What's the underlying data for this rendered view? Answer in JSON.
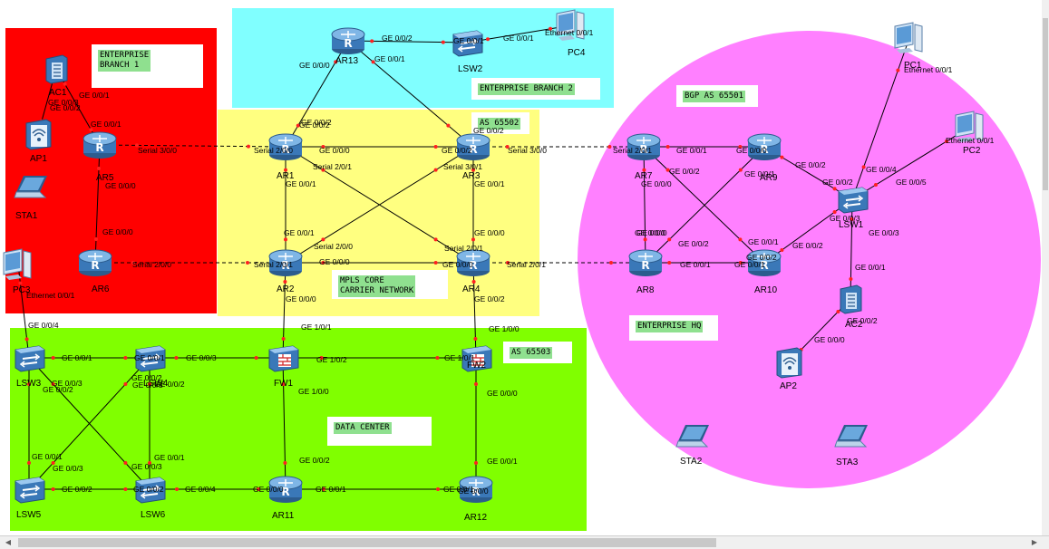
{
  "colors": {
    "branch1": "#ff0000",
    "branch2": "#80ffff",
    "carrier": "#ffff80",
    "datacenter": "#80ff00",
    "hq": "#ff80ff",
    "label_bg": "#8fe08f",
    "port_dot": "#ff2020"
  },
  "areas": {
    "branch1": "ENTERPRISE\nBRANCH 1",
    "branch2": "ENTERPRISE BRANCH 2",
    "as65502": "AS 65502",
    "mpls": "MPLS CORE\nCARRIER NETWORK",
    "bgp": "BGP AS 65501",
    "hq": "ENTERPRISE HQ",
    "as65503": "AS 65503",
    "dc": "DATA CENTER"
  },
  "devices": {
    "AR1": {
      "label": "AR1",
      "icon": "router-icon"
    },
    "AR2": {
      "label": "AR2",
      "icon": "router-icon"
    },
    "AR3": {
      "label": "AR3",
      "icon": "router-icon"
    },
    "AR4": {
      "label": "AR4",
      "icon": "router-icon"
    },
    "AR5": {
      "label": "AR5",
      "icon": "router-icon"
    },
    "AR6": {
      "label": "AR6",
      "icon": "router-icon"
    },
    "AR7": {
      "label": "AR7",
      "icon": "router-icon"
    },
    "AR8": {
      "label": "AR8",
      "icon": "router-icon"
    },
    "AR9": {
      "label": "AR9",
      "icon": "router-icon"
    },
    "AR10": {
      "label": "AR10",
      "icon": "router-icon"
    },
    "AR11": {
      "label": "AR11",
      "icon": "router-icon"
    },
    "AR12": {
      "label": "AR12",
      "icon": "router-icon"
    },
    "AR13": {
      "label": "AR13",
      "icon": "router-icon"
    },
    "LSW1": {
      "label": "LSW1",
      "icon": "switch-icon"
    },
    "LSW2": {
      "label": "LSW2",
      "icon": "switch-icon"
    },
    "LSW3": {
      "label": "LSW3",
      "icon": "switch-icon"
    },
    "LSW4": {
      "label": "LSW4",
      "icon": "switch-icon"
    },
    "LSW5": {
      "label": "LSW5",
      "icon": "switch-icon"
    },
    "LSW6": {
      "label": "LSW6",
      "icon": "switch-icon"
    },
    "FW1": {
      "label": "FW1",
      "icon": "firewall-icon"
    },
    "FW2": {
      "label": "FW2",
      "icon": "firewall-icon"
    },
    "AC1": {
      "label": "AC1",
      "icon": "access-controller-icon"
    },
    "AC2": {
      "label": "AC2",
      "icon": "access-controller-icon"
    },
    "AP1": {
      "label": "AP1",
      "icon": "access-point-icon"
    },
    "AP2": {
      "label": "AP2",
      "icon": "access-point-icon"
    },
    "PC1": {
      "label": "PC1",
      "icon": "pc-icon"
    },
    "PC2": {
      "label": "PC2",
      "icon": "pc-icon"
    },
    "PC3": {
      "label": "PC3",
      "icon": "pc-icon"
    },
    "PC4": {
      "label": "PC4",
      "icon": "pc-icon"
    },
    "STA1": {
      "label": "STA1",
      "icon": "laptop-icon"
    },
    "STA2": {
      "label": "STA2",
      "icon": "laptop-icon"
    },
    "STA3": {
      "label": "STA3",
      "icon": "laptop-icon"
    }
  },
  "links": [
    {
      "a": "AR13",
      "b": "LSW2",
      "type": "ethernet"
    },
    {
      "a": "LSW2",
      "b": "PC4",
      "type": "ethernet"
    },
    {
      "a": "AR13",
      "b": "AR1",
      "type": "ethernet"
    },
    {
      "a": "AR13",
      "b": "AR3",
      "type": "ethernet"
    },
    {
      "a": "AC1",
      "b": "AP1",
      "type": "ethernet"
    },
    {
      "a": "AC1",
      "b": "AR5",
      "type": "ethernet"
    },
    {
      "a": "AR5",
      "b": "AR6",
      "type": "ethernet"
    },
    {
      "a": "AR5",
      "b": "AR1",
      "type": "serial"
    },
    {
      "a": "AR6",
      "b": "AR2",
      "type": "serial"
    },
    {
      "a": "AR1",
      "b": "AR3",
      "type": "ethernet"
    },
    {
      "a": "AR1",
      "b": "AR2",
      "type": "ethernet"
    },
    {
      "a": "AR3",
      "b": "AR4",
      "type": "ethernet"
    },
    {
      "a": "AR2",
      "b": "AR4",
      "type": "ethernet"
    },
    {
      "a": "AR1",
      "b": "AR4",
      "type": "ethernet"
    },
    {
      "a": "AR3",
      "b": "AR2",
      "type": "ethernet"
    },
    {
      "a": "AR3",
      "b": "AR7",
      "type": "serial"
    },
    {
      "a": "AR4",
      "b": "AR8",
      "type": "serial"
    },
    {
      "a": "AR7",
      "b": "AR9",
      "type": "ethernet"
    },
    {
      "a": "AR7",
      "b": "AR8",
      "type": "ethernet"
    },
    {
      "a": "AR7",
      "b": "AR10",
      "type": "ethernet"
    },
    {
      "a": "AR8",
      "b": "AR9",
      "type": "ethernet"
    },
    {
      "a": "AR8",
      "b": "AR10",
      "type": "ethernet"
    },
    {
      "a": "AR9",
      "b": "LSW1",
      "type": "ethernet"
    },
    {
      "a": "AR10",
      "b": "LSW1",
      "type": "ethernet"
    },
    {
      "a": "LSW1",
      "b": "PC1",
      "type": "ethernet"
    },
    {
      "a": "LSW1",
      "b": "PC2",
      "type": "ethernet"
    },
    {
      "a": "LSW1",
      "b": "AC2",
      "type": "ethernet"
    },
    {
      "a": "AC2",
      "b": "AP2",
      "type": "ethernet"
    },
    {
      "a": "AR2",
      "b": "FW1",
      "type": "ethernet"
    },
    {
      "a": "AR4",
      "b": "FW2",
      "type": "ethernet"
    },
    {
      "a": "FW1",
      "b": "FW2",
      "type": "ethernet"
    },
    {
      "a": "FW1",
      "b": "LSW4",
      "type": "ethernet"
    },
    {
      "a": "FW1",
      "b": "AR11",
      "type": "ethernet"
    },
    {
      "a": "FW2",
      "b": "AR12",
      "type": "ethernet"
    },
    {
      "a": "AR11",
      "b": "AR12",
      "type": "ethernet"
    },
    {
      "a": "AR11",
      "b": "LSW6",
      "type": "ethernet"
    },
    {
      "a": "PC3",
      "b": "LSW3",
      "type": "ethernet"
    },
    {
      "a": "LSW3",
      "b": "LSW4",
      "type": "ethernet"
    },
    {
      "a": "LSW3",
      "b": "LSW5",
      "type": "ethernet"
    },
    {
      "a": "LSW3",
      "b": "LSW6",
      "type": "ethernet"
    },
    {
      "a": "LSW4",
      "b": "LSW5",
      "type": "ethernet"
    },
    {
      "a": "LSW4",
      "b": "LSW6",
      "type": "ethernet"
    },
    {
      "a": "LSW5",
      "b": "LSW6",
      "type": "ethernet"
    }
  ],
  "ports": [
    "GE 0/0/2",
    "GE 0/0/1",
    "GE 0/0/1",
    "GE 0/0/2",
    "Ethernet 0/0/1",
    "GE 0/0/0",
    "GE 0/0/1",
    "GE 0/0/1",
    "GE 0/0/3",
    "GE 0/0/2",
    "GE 0/0/1",
    "GE 0/0/0",
    "GE 0/0/0",
    "Serial 3/0/0",
    "Serial 2/0/0",
    "Serial 2/0/0",
    "Serial 2/0/1",
    "GE 0/0/2",
    "GE 0/0/0",
    "GE 0/0/2",
    "Serial 2/0/1",
    "Serial 3/0/1",
    "Serial 3/0/0",
    "GE 0/0/1",
    "GE 0/0/1",
    "GE 0/0/1",
    "GE 0/0/0",
    "Serial 2/0/0",
    "GE 0/0/0",
    "GE 0/0/0",
    "Serial 2/0/1",
    "GE 0/0/0",
    "Serial 2/0/1",
    "GE 0/0/2",
    "GE 0/0/2",
    "Serial 2/0/1",
    "GE 0/0/1",
    "GE 0/0/0",
    "GE 0/0/0",
    "GE 0/0/2",
    "GE 0/0/0",
    "GE 0/0/1",
    "GE 0/0/2",
    "GE 0/0/1",
    "GE 0/0/2",
    "GE 0/0/1",
    "GE 0/0/2",
    "GE 0/0/4",
    "GE 0/0/5",
    "GE 0/0/3",
    "GE 0/0/3",
    "GE 0/0/1",
    "GE 0/0/2",
    "GE 0/0/0",
    "Ethernet 0/0/1",
    "Ethernet 0/0/1",
    "Ethernet 0/0/1",
    "GE 0/0/1",
    "GE 0/0/2",
    "GE 0/0/0",
    "GE 0/0/2",
    "GE 0/0/4",
    "GE 0/0/1",
    "GE 0/0/2",
    "GE 0/0/3",
    "GE 0/0/2",
    "GE 0/0/1",
    "GE 0/0/3",
    "GE 0/0/1",
    "GE 0/0/3",
    "GE 0/0/1",
    "GE 0/0/2",
    "GE 0/0/2",
    "GE 0/0/3",
    "GE 0/0/2",
    "GE 0/0/4",
    "GE 0/0/1",
    "GE 0/0/0",
    "GE 0/0/1",
    "GE 0/0/0",
    "GE 0/0/3",
    "GE 1/0/1",
    "GE 1/0/2",
    "GE 1/0/0",
    "GE 0/0/2",
    "GE 1/0/0",
    "GE 1/0/1",
    "GE 0/0/0",
    "GE 0/0/1"
  ]
}
